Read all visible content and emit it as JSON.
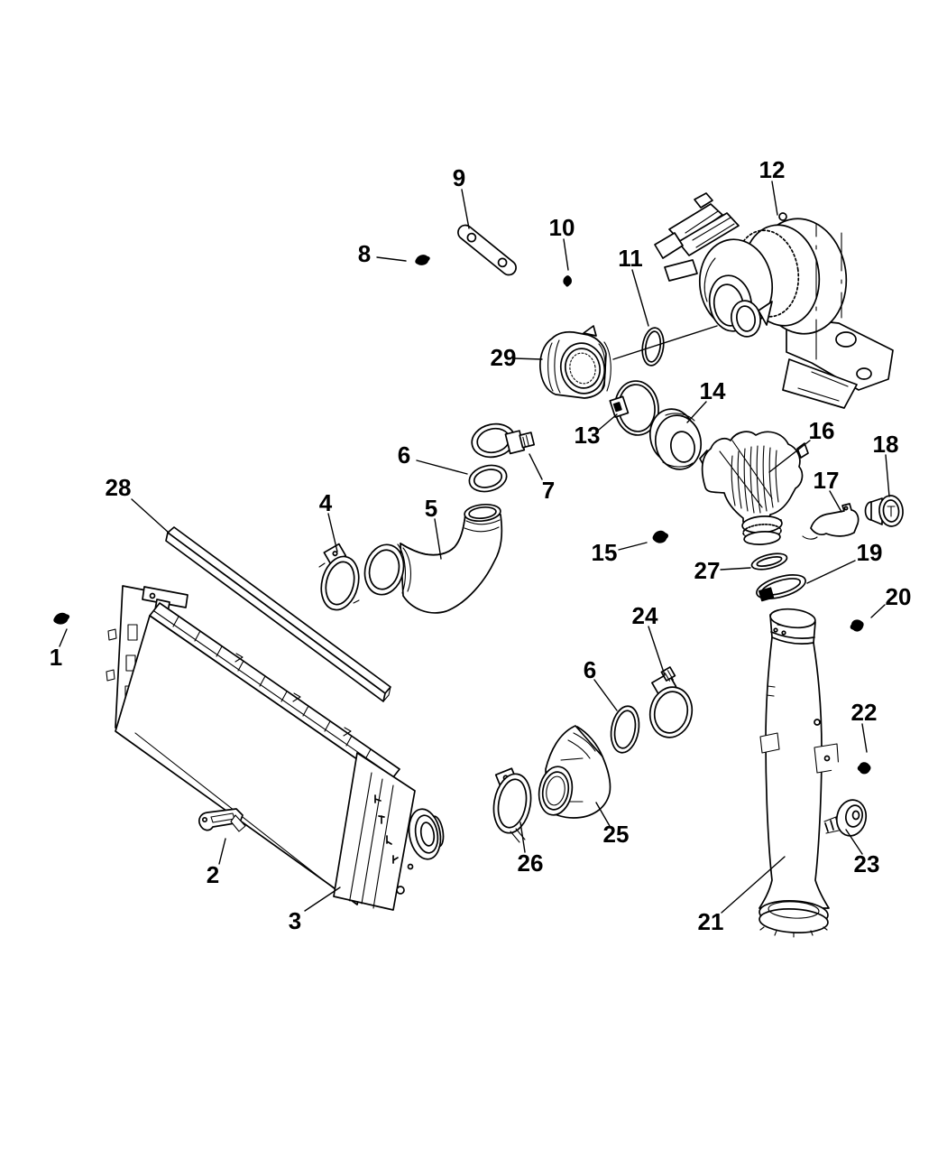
{
  "diagram": {
    "kind": "exploded-parts-diagram",
    "colors": {
      "background": "#ffffff",
      "line": "#000000"
    }
  },
  "parts": {
    "p1": {
      "label": "1",
      "name": "mounting-bolt"
    },
    "p2": {
      "label": "2",
      "name": "retainer-clip"
    },
    "p3": {
      "label": "3",
      "name": "charge-air-cooler"
    },
    "p4": {
      "label": "4",
      "name": "hose-clamp"
    },
    "p5": {
      "label": "5",
      "name": "air-hose-elbow"
    },
    "p6": {
      "label": "6",
      "name": "o-ring-seal"
    },
    "p7": {
      "label": "7",
      "name": "hose-clamp-screw-type"
    },
    "p8": {
      "label": "8",
      "name": "bolt"
    },
    "p9": {
      "label": "9",
      "name": "support-strap"
    },
    "p10": {
      "label": "10",
      "name": "stud-bolt"
    },
    "p11": {
      "label": "11",
      "name": "o-ring"
    },
    "p12": {
      "label": "12",
      "name": "turbocharger"
    },
    "p13": {
      "label": "13",
      "name": "hose-clamp"
    },
    "p14": {
      "label": "14",
      "name": "seal-sleeve"
    },
    "p15": {
      "label": "15",
      "name": "bolt"
    },
    "p16": {
      "label": "16",
      "name": "intake-duct-resonator"
    },
    "p17": {
      "label": "17",
      "name": "support-bracket"
    },
    "p18": {
      "label": "18",
      "name": "cap-plug"
    },
    "p19": {
      "label": "19",
      "name": "band-clamp"
    },
    "p20": {
      "label": "20",
      "name": "bolt"
    },
    "p21": {
      "label": "21",
      "name": "charge-air-pipe"
    },
    "p22": {
      "label": "22",
      "name": "bolt"
    },
    "p23": {
      "label": "23",
      "name": "washer-bolt"
    },
    "p24": {
      "label": "24",
      "name": "hose-clamp"
    },
    "p25": {
      "label": "25",
      "name": "elbow-duct"
    },
    "p26": {
      "label": "26",
      "name": "hose-clamp"
    },
    "p27": {
      "label": "27",
      "name": "gasket-seal"
    },
    "p28": {
      "label": "28",
      "name": "seal-strip"
    },
    "p29": {
      "label": "29",
      "name": "air-intake-duct"
    }
  }
}
